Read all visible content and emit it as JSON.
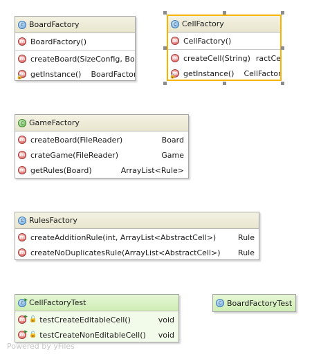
{
  "nodes": {
    "board_factory": {
      "title": "BoardFactory",
      "constructor": "BoardFactory()",
      "methods": [
        {
          "name": "createBoard(SizeConfig, Boa",
          "type": ""
        },
        {
          "name": "getInstance()",
          "type": "BoardFactory"
        }
      ]
    },
    "cell_factory": {
      "title": "CellFactory",
      "constructor": "CellFactory()",
      "methods": [
        {
          "name": "createCell(String)",
          "type": "ractCell"
        },
        {
          "name": "getInstance()",
          "type": "CellFactory"
        }
      ]
    },
    "game_factory": {
      "title": "GameFactory",
      "methods": [
        {
          "name": "createBoard(FileReader)",
          "type": "Board"
        },
        {
          "name": "crateGame(FileReader)",
          "type": "Game"
        },
        {
          "name": "getRules(Board)",
          "type": "ArrayList<Rule>"
        }
      ]
    },
    "rules_factory": {
      "title": "RulesFactory",
      "methods": [
        {
          "name": "createAdditionRule(int, ArrayList<AbstractCell>)",
          "type": "Rule"
        },
        {
          "name": "createNoDuplicatesRule(ArrayList<AbstractCell>)",
          "type": "Rule"
        }
      ]
    },
    "cell_factory_test": {
      "title": "CellFactoryTest",
      "methods": [
        {
          "name": "testCreateEditableCell()",
          "type": "void"
        },
        {
          "name": "testCreateNonEditableCell()",
          "type": "void"
        }
      ]
    },
    "board_factory_test": {
      "title": "BoardFactoryTest"
    }
  },
  "icons": {
    "class": "class-icon",
    "method": "method-icon",
    "static_marker": "lock-icon",
    "test_marker": "run-icon"
  },
  "colors": {
    "header": "#ece9d6",
    "test_header": "#d6f0c0",
    "selection": "#f5b400",
    "method_icon": "#d9534f",
    "class_icon": "#6ba7de"
  },
  "footer": "Powered by yFiles"
}
